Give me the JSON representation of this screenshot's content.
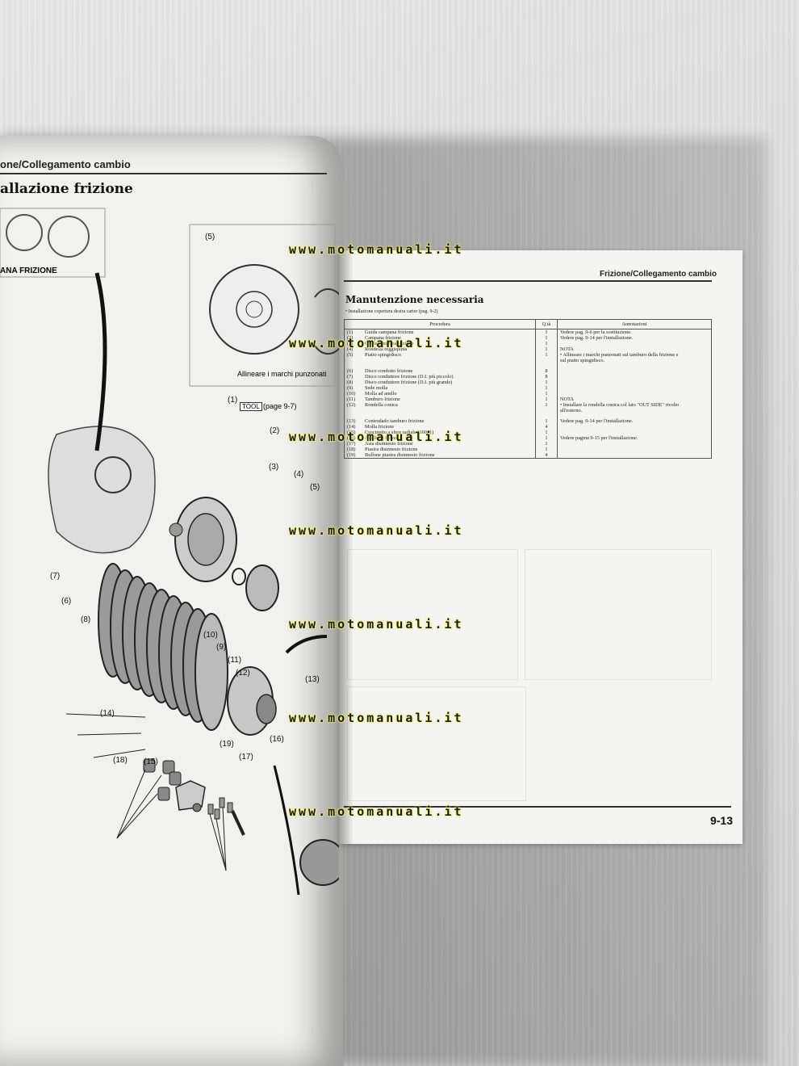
{
  "left_page": {
    "header": "one/Collegamento cambio",
    "title": "allazione frizione",
    "sub_label": "ANA FRIZIONE",
    "align_note": "Allineare i marchi punzonati",
    "tool_label": "TOOL",
    "page_ref": "(page 9-7)",
    "callouts": [
      "(1)",
      "(2)",
      "(3)",
      "(4)",
      "(5)",
      "(5)",
      "(7)",
      "(6)",
      "(8)",
      "(10)",
      "(9)",
      "(11)",
      "(12)",
      "(13)",
      "(14)",
      "(18)",
      "(15)",
      "(19)",
      "(17)",
      "(16)"
    ]
  },
  "right_page": {
    "header": "Frizione/Collegamento cambio",
    "title": "Manutenzione necessaria",
    "note": "• Installazione copertura destra carter (pag. 9-2)",
    "columns": [
      "Procedura",
      "Q.tà",
      "Annotazioni"
    ],
    "rows": [
      {
        "num": "(1)",
        "proc": "Guida campana frizione",
        "qty": "1",
        "note": "Vedere pag. 9-6 per la sostituzione."
      },
      {
        "num": "(2)",
        "proc": "Campana frizione",
        "qty": "1",
        "note": "Vedere pag. 9-14 per l'installazione."
      },
      {
        "num": "(3)",
        "proc": "Guida campana frizione",
        "qty": "1",
        "note": ""
      },
      {
        "num": "(4)",
        "proc": "Rondella reggispinta",
        "qty": "1",
        "note": "NOTA"
      },
      {
        "num": "(5)",
        "proc": "Piatto spingidisco",
        "qty": "1",
        "note": "• Allineare i marchi punzonati sul tamburo della frizione e"
      },
      {
        "num": "",
        "proc": "",
        "qty": "",
        "note": "  sul piatto spingidisco."
      },
      {
        "num": "(6)",
        "proc": "Disco condotto frizione",
        "qty": "8",
        "note": ""
      },
      {
        "num": "(7)",
        "proc": "Disco conduttore frizione (D.I. più piccolo)",
        "qty": "8",
        "note": ""
      },
      {
        "num": "(8)",
        "proc": "Disco conduttore frizione (D.I. più grande)",
        "qty": "1",
        "note": ""
      },
      {
        "num": "(9)",
        "proc": "Sede molla",
        "qty": "1",
        "note": ""
      },
      {
        "num": "(10)",
        "proc": "Molla ad anello",
        "qty": "1",
        "note": ""
      },
      {
        "num": "(11)",
        "proc": "Tamburo frizione",
        "qty": "1",
        "note": "NOTA"
      },
      {
        "num": "(12)",
        "proc": "Rondella conica",
        "qty": "1",
        "note": "• Installare la rondella conica col lato \"OUT SIDE\" rivolto"
      },
      {
        "num": "",
        "proc": "",
        "qty": "",
        "note": "  all'esterno."
      },
      {
        "num": "(13)",
        "proc": "Controdado tamburo frizione",
        "qty": "1",
        "note": "Vedere pag. 9-14 per l'installazione."
      },
      {
        "num": "(14)",
        "proc": "Molla frizione",
        "qty": "4",
        "note": ""
      },
      {
        "num": "(15)",
        "proc": "Cuscinetto a sfere radiale (16001)",
        "qty": "1",
        "note": ""
      },
      {
        "num": "(16)",
        "proc": "Anello di fermo",
        "qty": "1",
        "note": "Vedere pagina 9-15 per l'installazione."
      },
      {
        "num": "(17)",
        "proc": "Asta disinnesto frizione",
        "qty": "1",
        "note": ""
      },
      {
        "num": "(18)",
        "proc": "Piastra disinnesto frizione",
        "qty": "1",
        "note": ""
      },
      {
        "num": "(19)",
        "proc": "Bullone piastra disinnesto frizione",
        "qty": "4",
        "note": ""
      }
    ],
    "page_number": "9-13"
  },
  "watermark": "www.motomanuali.it",
  "colors": {
    "watermark_glow": "#ffff33",
    "page": "#f4f4f2",
    "ink": "#222222"
  }
}
